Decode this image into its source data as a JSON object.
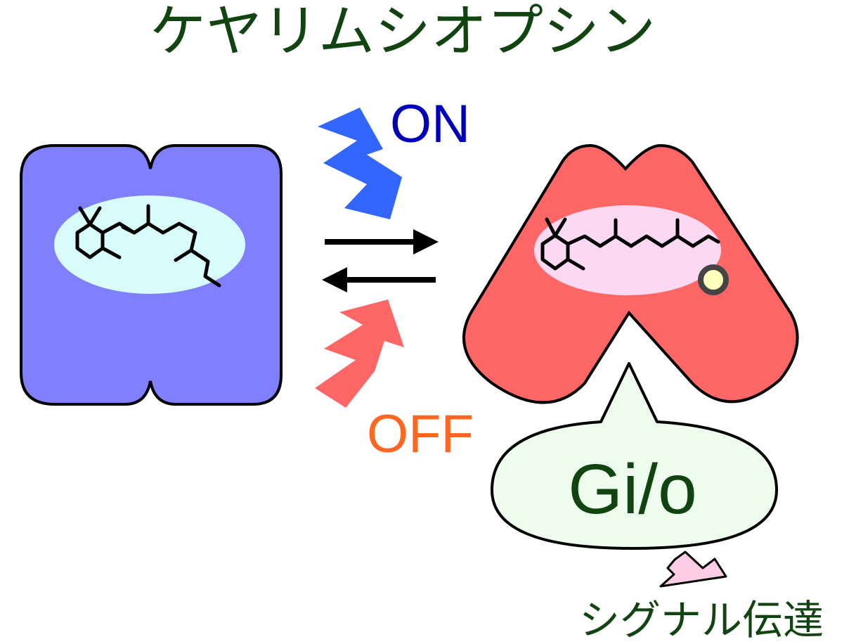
{
  "title": "ケヤリムシオプシン",
  "on_label": "ON",
  "off_label": "OFF",
  "gprotein_label": "Gi/o",
  "signal_label": "シグナル伝達",
  "colors": {
    "title_text": "#114411",
    "on_text": "#0000bb",
    "off_text": "#ff6622",
    "inactive_receptor": "#7f7fff",
    "inactive_pocket": "#d8fcfc",
    "active_receptor": "#ff6666",
    "active_pocket": "#fbd9f3",
    "on_bolt": "#3366ff",
    "off_bolt": "#ff6666",
    "gprotein_bubble": "#eefcee",
    "gprotein_text": "#114411",
    "signal_arrow": "#ffcce6",
    "signal_text": "#114411",
    "attachment_dot": "#ffffbb"
  },
  "icons": {
    "light_on": "lightning-bolt-icon",
    "light_off": "lightning-bolt-icon",
    "equilibrium": "double-arrow-icon",
    "signal": "down-arrow-icon"
  }
}
